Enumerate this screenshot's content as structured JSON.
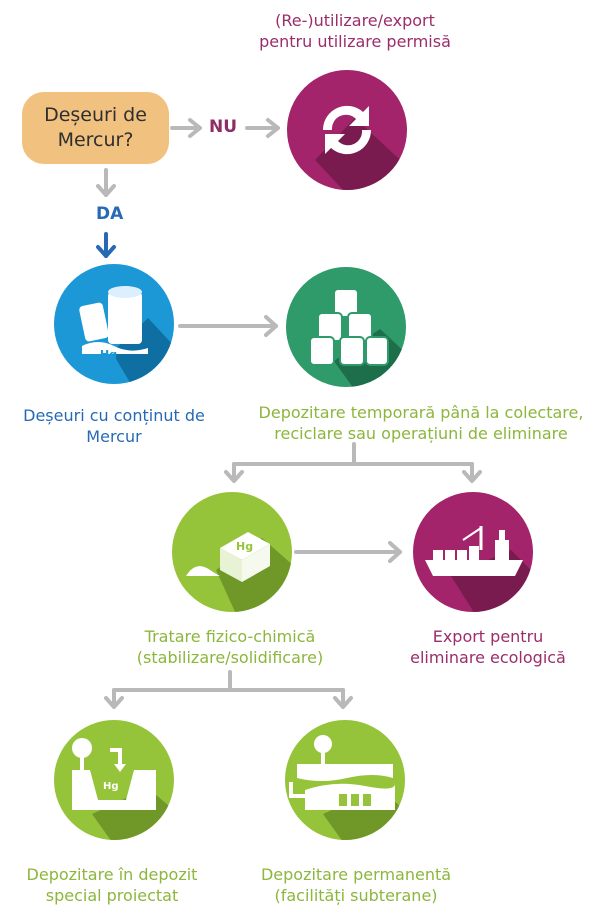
{
  "title": "",
  "question": {
    "line1": "Deșeuri de",
    "line2": "Mercur?"
  },
  "no_label": "NU",
  "yes_label": "DA",
  "nodes": {
    "reuse": {
      "line1": "(Re-)utilizare/export",
      "line2": "pentru utilizare permisă",
      "icon": "recycle-arrows-icon",
      "color": "#a3246a"
    },
    "mercury_waste": {
      "line1": "Deșeuri cu conținut de",
      "line2": "Mercur",
      "icon": "mercury-containers-icon",
      "icon_text": "Hg",
      "color": "#1b98d5"
    },
    "temporary_storage": {
      "line1": "Depozitare temporară până la colectare,",
      "line2": "reciclare sau operațiuni de eliminare",
      "icon": "barrels-icon",
      "color": "#2f9a6a"
    },
    "treatment": {
      "line1": "Tratare fizico-chimică",
      "line2": "(stabilizare/solidificare)",
      "icon": "hg-block-icon",
      "icon_text": "Hg",
      "color": "#95c43a"
    },
    "export": {
      "line1": "Export pentru",
      "line2": "eliminare ecologică",
      "icon": "cargo-ship-icon",
      "color": "#a3246a"
    },
    "landfill": {
      "line1": "Depozitare în depozit",
      "line2": "special proiectat",
      "icon": "landfill-icon",
      "icon_text": "Hg",
      "color": "#95c43a"
    },
    "underground": {
      "line1": "Depozitare permanentă",
      "line2": "(facilități subterane)",
      "icon": "underground-storage-icon",
      "color": "#95c43a"
    }
  },
  "colors": {
    "arrow": "#b9b9b9",
    "arrow_blue": "#2769b5",
    "question_fill": "#f1c27f",
    "purple_text": "#9b2d6b",
    "blue_text": "#2769b5",
    "green_text": "#8cb63c"
  }
}
